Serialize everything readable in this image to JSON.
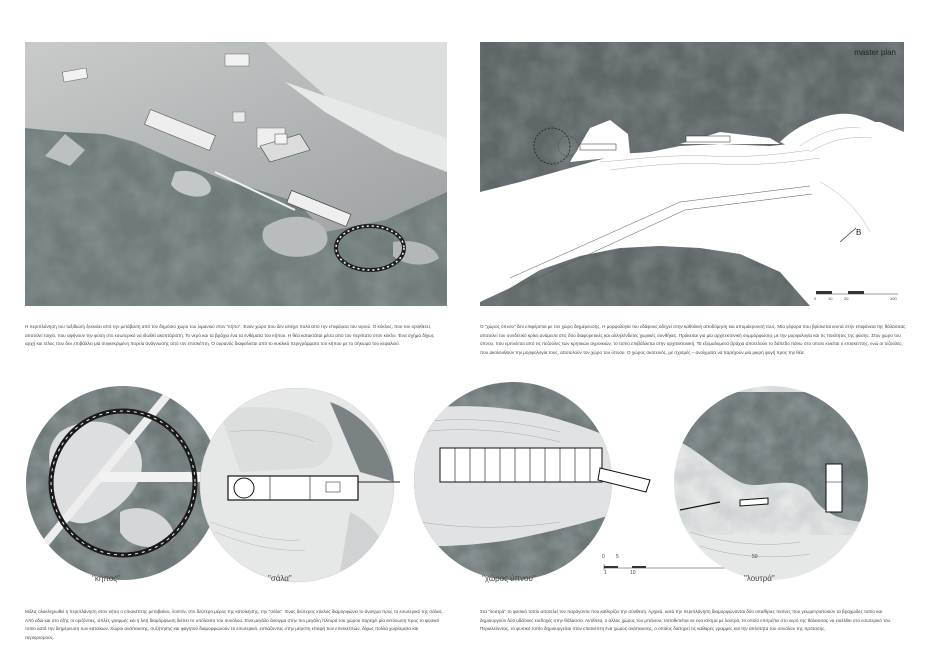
{
  "panels": {
    "render_3d": {
      "label": ""
    },
    "master_plan": {
      "title": "master plan",
      "north_mark": "B",
      "scale": {
        "ticks": [
          "0",
          "10",
          "20",
          "100"
        ]
      }
    }
  },
  "paragraphs": {
    "p1": "Η περιπλάνηση του ταξιδιώτη ξεκινάει από την μετάβαση από τον δημόσιο χώρο του λιμανιού στον \"κήπο\". Έναν χώρο που δεν απέχει πολύ από την επιφάνεια του νερού. Ο κύκλος, που τον οριοθετεί, αποτελεί τοιχίο, που αφήνουν την φύση στο εσωτερικό να ιδωθεί ακοπτάριστη. Το νερό και τα βράχια ένα τα ενθέματα του κήπου. Η θέα κατακτάται μέσα από τον περίπατο στον κύκλο. Ένα σχήμα δίχως αρχή και τέλος που δεν επιβάλλει μία συγκεκριμένη πορεία ανάγνωσης από τον επισκέπτη.   Ο ουρανός διαφαίνεται από το κυκλικό περιγράμματο του κήπου με το σήκωμα του κεφαλιού.",
    "p2": "Ο \"χώρος ύπνου\" δεν επιφέρεται με τον χώρο διημέρευσης. Η μορφολογία του εδάφους οδηγεί στην καθολική αποδόμηση και απομάκρυνσή τους. Μία γέφυρα που βρίσκεται κοντά στην επιφάνεια της θάλασσας αποτελεί τον συνδετικό κρίκο ανάμεσα στις δύο διαφορετικές και αλληλένδετες χωρικές συνθήκες. Πρόκειται για μία αρχιτεκτονική συμμόρφωσης με την μορφολογία και τις ποιότητες της φύσης. Στον χώρο του ύπνου, που εμπνέεται από τις πεζούλες των κρητικών αγροικιών, το τοπίο επιβάλλεται στην αρχιτεκτονική. Τα εξομαλυμένα βράχια αποτελούν το δάπεδο πάνω στο οποίο κινείται ο επισκέπτης, ενώ οι τεζούλες, που ακολουθούν την μορφολογία τους, αποτελούν τον χώρο του ύπνου. Ο χώρος σκοτεινός, με σχισμές – ανοίγματα να παρέχουν μία μικρή φυγή προς την θέα.",
    "p3": "Μόλις ολοκληρωθεί η περιπλάνηση στον κήπο ο επισκέπτης μεταβαίνει, λοιπόν, στο δεύτερο μέρος της κατοίκησης, την \"σάλα\". Ένας δεύτερος κύκλος διαμορφώνει το άνοιγμα προς το εσωτερικό της σάλας. Από εδώ και στο εξής οι οριζόντιες, απλές γραμμές και η λιτή διαμόρφωση διέπει το υπόλοιπο του συνόλου. Ένα μεγάλο άνοιγμα στην πιο μεγάλη πλευρά του χώρου παρέχει μία εκτόνωση προς το φυσικό τοπίο κατά την διημέρευση των κατοίκων. Χώροι ανάπαυσης, συζήτησης και φαγητού διαμορφώνουν το εσωτερικό, εστιάζοντας στην μέγιστη επαφή των επισκεπτών, δίχως πολλά χωρίσματα και περιορισμούς.",
    "p4": "Στα \"λουτρά\" το φυσικό τοπίο αποτελεί τον παράγοντα που καθορίζει την σύνθεση. Αρχικά, κατά την περιπλάνηση διαμορφώνονται δύο υπαίθριες πισίνες που γεωμετροποιούν τα βραχώδες τοπίο και δημιουργούν δύο υδάτινες εισδοχές στην θάλασσα. Αντίθετα, ο άλλος χώρος του μπάνιου, τοποθετείται σε ένα κτίσμα με λουτρά, το οποίο επιτρέπει στο νερό της θάλασσας να εισέλθει στο εσωτερικό του. Περικλείοντας, το φυσικό τοπίο δημιουργείται στον επισκέπτη ένα χώρος ανάπαυσης, ο οποίος διατηρεί τις καθαρές γραμμές και την απλότητα του συνόλου της πρότασης."
  },
  "plans": {
    "kipos": "\"κήπος\"",
    "sala": "\"σάλα\"",
    "xoros_ypnou": "\"χώρος ύπνου\"",
    "loutra": "\"λουτρά\""
  },
  "scale_bar": {
    "ticks": [
      "0",
      "5",
      "1",
      "10",
      "50"
    ]
  }
}
